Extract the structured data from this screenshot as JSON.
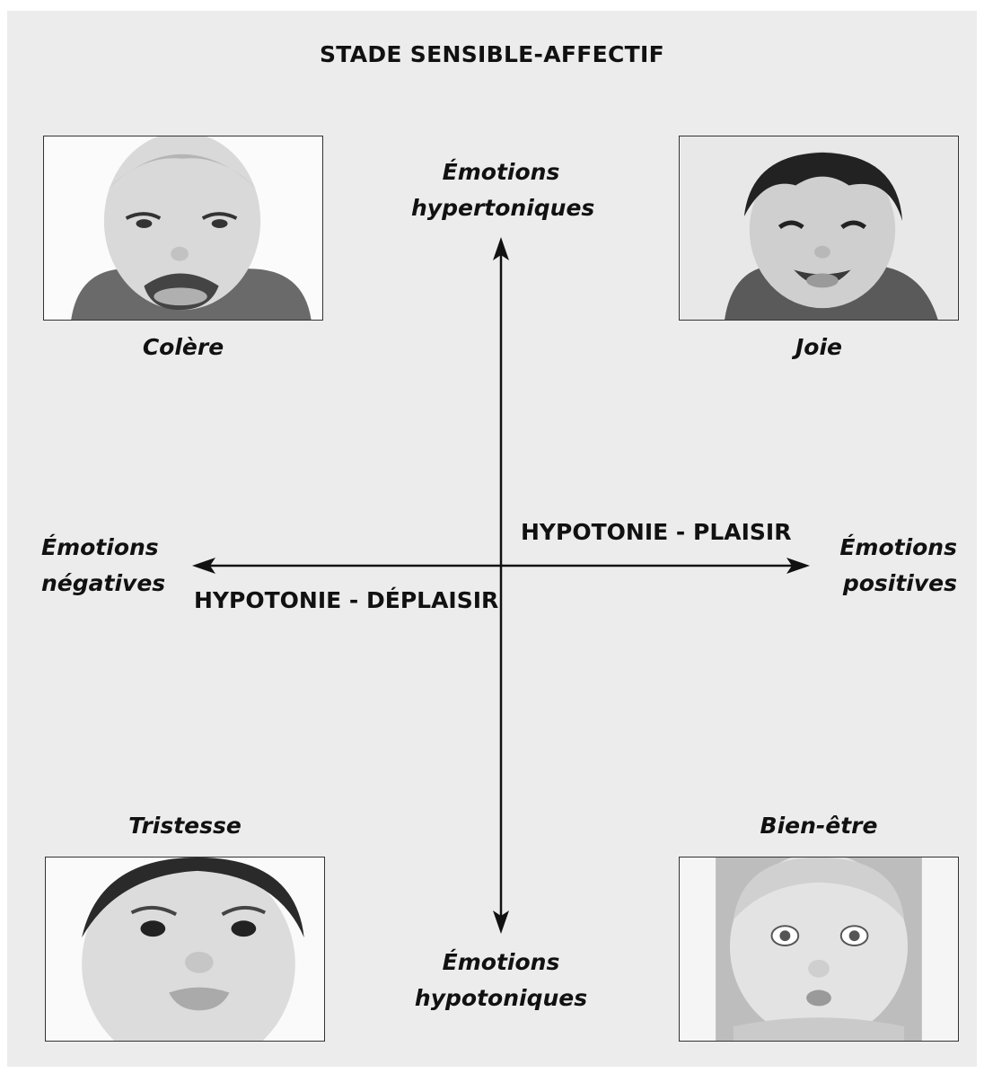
{
  "title": "STADE SENSIBLE-AFFECTIF",
  "axes": {
    "top": [
      "Émotions",
      "hypertoniques"
    ],
    "bottom": [
      "Émotions",
      "hypotoniques"
    ],
    "left": [
      "Émotions",
      "négatives"
    ],
    "right": [
      "Émotions",
      "positives"
    ]
  },
  "zones": {
    "pleasure": "HYPOTONIE - PLAISIR",
    "displeasure": "HYPOTONIE - DÉPLAISIR"
  },
  "photos": {
    "top_left": "Colère",
    "top_right": "Joie",
    "bottom_left": "Tristesse",
    "bottom_right": "Bien-être"
  }
}
